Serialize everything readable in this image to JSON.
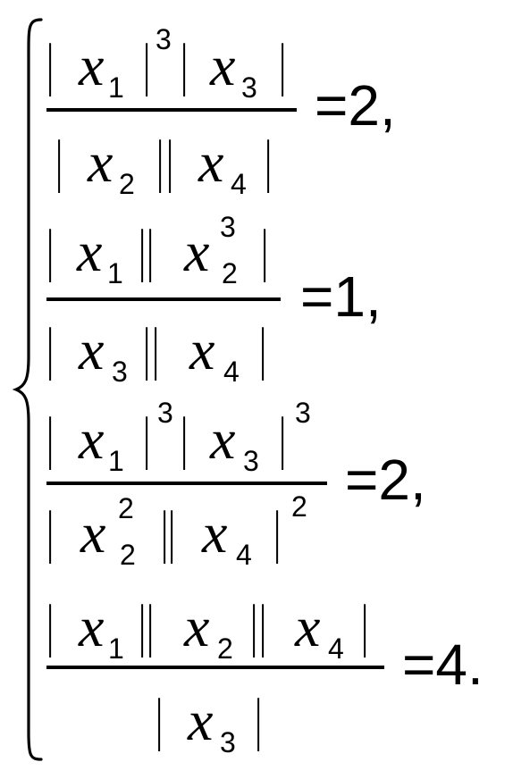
{
  "system": {
    "equations": [
      {
        "numerator": {
          "items": [
            {
              "var": "x",
              "sub": "1",
              "pow": "3"
            },
            {
              "var": "x",
              "sub": "3",
              "pow": ""
            }
          ]
        },
        "denominator": {
          "items": [
            {
              "var": "x",
              "sub": "2",
              "pow": ""
            },
            {
              "var": "x",
              "sub": "4",
              "pow": ""
            }
          ]
        },
        "rhs": "=2,"
      },
      {
        "numerator": {
          "items": [
            {
              "var": "x",
              "sub": "1",
              "pow": ""
            },
            {
              "var": "x",
              "sub": "2",
              "pow": "3",
              "pow_inside": true
            }
          ]
        },
        "denominator": {
          "items": [
            {
              "var": "x",
              "sub": "3",
              "pow": ""
            },
            {
              "var": "x",
              "sub": "4",
              "pow": ""
            }
          ]
        },
        "rhs": "=1,"
      },
      {
        "numerator": {
          "items": [
            {
              "var": "x",
              "sub": "1",
              "pow": "3"
            },
            {
              "var": "x",
              "sub": "3",
              "pow": "3"
            }
          ]
        },
        "denominator": {
          "items": [
            {
              "var": "x",
              "sub": "2",
              "pow": "2",
              "pow_inside": true
            },
            {
              "var": "x",
              "sub": "4",
              "pow": "2"
            }
          ]
        },
        "rhs": "=2,"
      },
      {
        "numerator": {
          "items": [
            {
              "var": "x",
              "sub": "1",
              "pow": ""
            },
            {
              "var": "x",
              "sub": "2",
              "pow": ""
            },
            {
              "var": "x",
              "sub": "4",
              "pow": ""
            }
          ]
        },
        "denominator": {
          "items": [
            {
              "var": "x",
              "sub": "3",
              "pow": ""
            }
          ]
        },
        "rhs": "=4."
      }
    ]
  }
}
